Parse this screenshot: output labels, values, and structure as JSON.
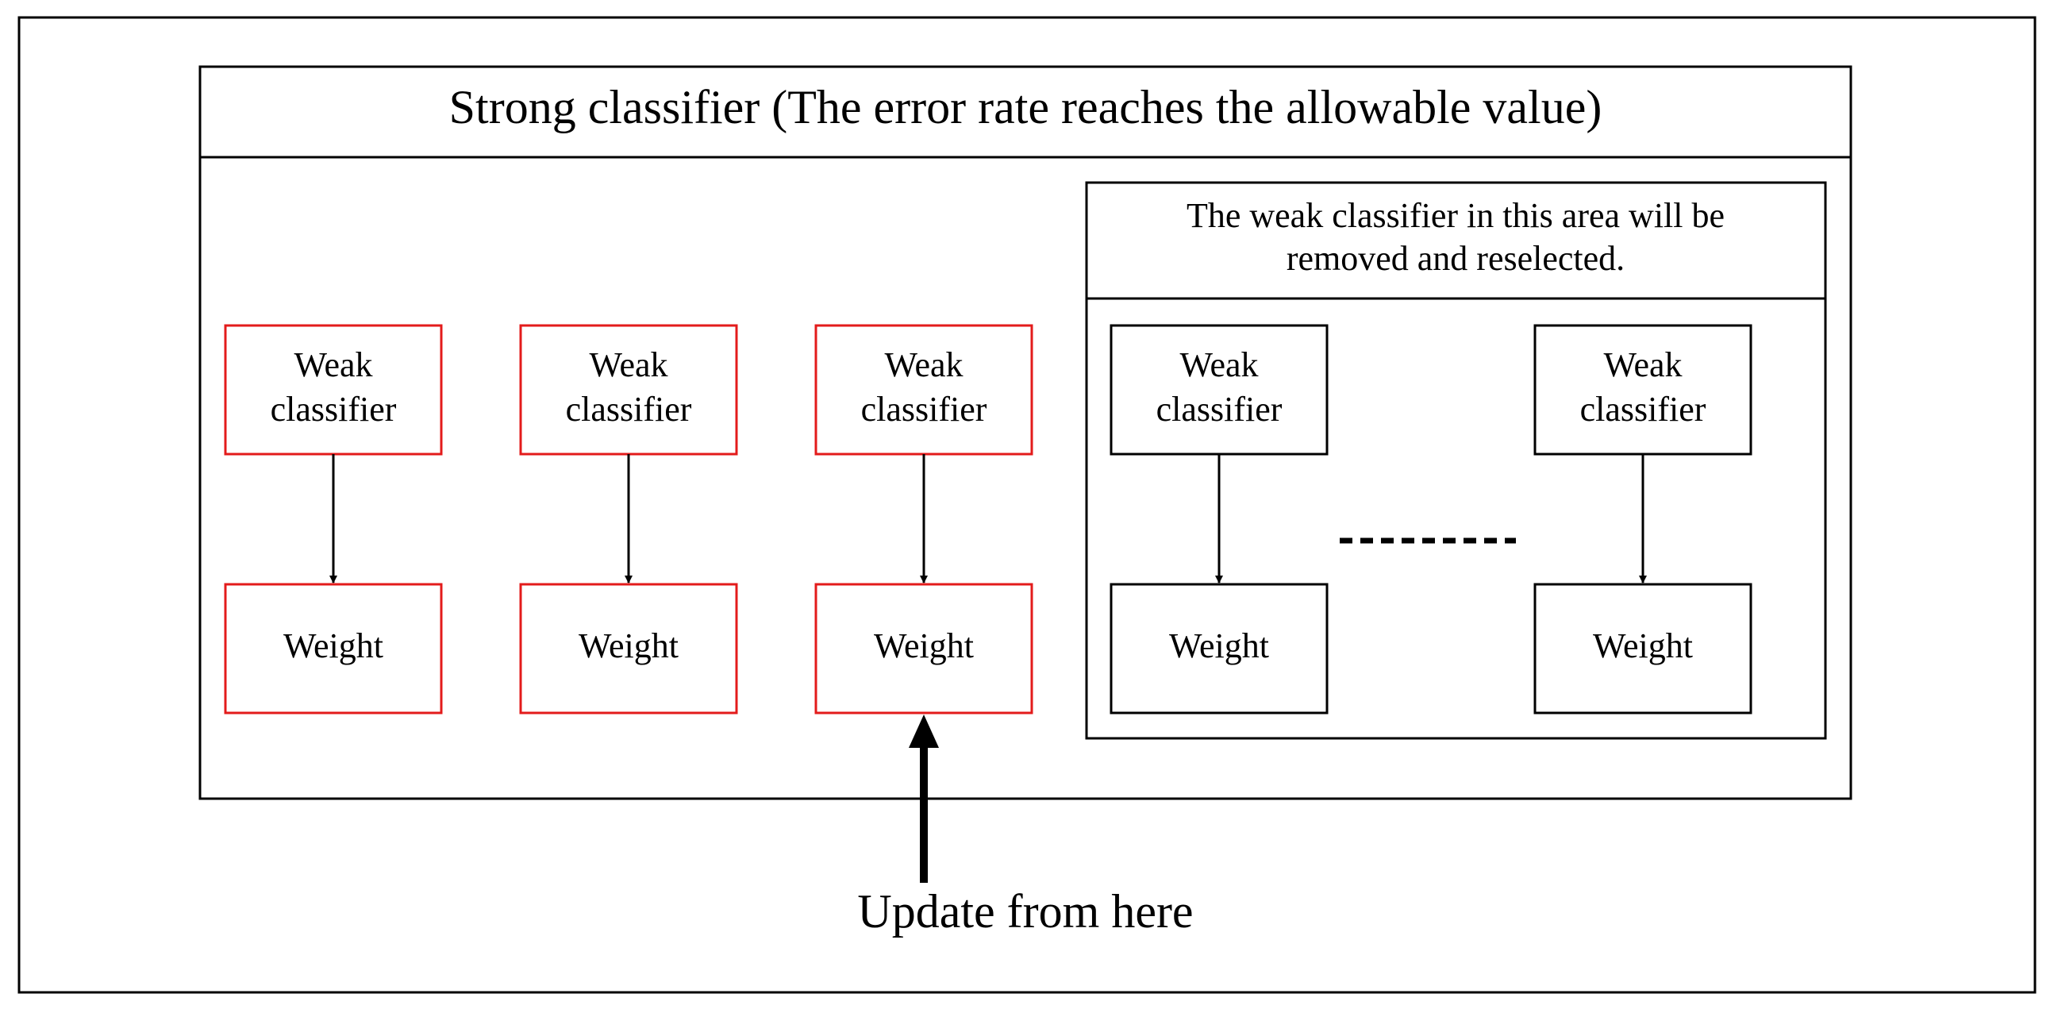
{
  "strong_classifier": {
    "title": "Strong classifier (The error rate reaches the allowable value)"
  },
  "removal_area": {
    "title_line1": "The weak classifier in this area will be",
    "title_line2": "removed and reselected."
  },
  "retained_pairs": [
    {
      "classifier_line1": "Weak",
      "classifier_line2": "classifier",
      "weight": "Weight"
    },
    {
      "classifier_line1": "Weak",
      "classifier_line2": "classifier",
      "weight": "Weight"
    },
    {
      "classifier_line1": "Weak",
      "classifier_line2": "classifier",
      "weight": "Weight"
    }
  ],
  "removed_pairs": [
    {
      "classifier_line1": "Weak",
      "classifier_line2": "classifier",
      "weight": "Weight"
    },
    {
      "classifier_line1": "Weak",
      "classifier_line2": "classifier",
      "weight": "Weight"
    }
  ],
  "update_label": "Update from here",
  "colors": {
    "retained_border": "#e31b1b",
    "removed_border": "#000000",
    "frame": "#000000"
  }
}
